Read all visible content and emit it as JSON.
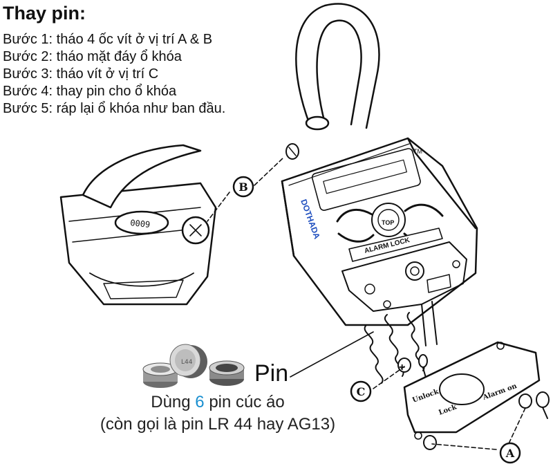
{
  "title": "Thay pin:",
  "steps": [
    "Bước 1: tháo 4 ốc vít ở vị trí A & B",
    "Bước 2: tháo mặt đáy ổ khóa",
    "Bước 3: tháo vít ở vị trí C",
    "Bước 4: thay pin cho ổ khóa",
    "Bước 5: ráp lại ổ khóa như ban đầu."
  ],
  "pin_label": "Pin",
  "battery_caption": {
    "line1_prefix": "Dùng ",
    "line1_count": "6",
    "line1_suffix": " pin cúc áo",
    "line2": "(còn gọi là pin LR 44 hay AG13)"
  },
  "callouts": {
    "a": "A",
    "b": "B",
    "c": "C"
  },
  "lock_markings": {
    "watermark": "DOTHADA",
    "brand": "ALARM LOCK",
    "emblem": "TOP",
    "code_display": "0009",
    "tm": "TM",
    "plate_unlock": "Unlock",
    "plate_lock": "Lock",
    "plate_alarm": "Alarm on",
    "plus_sign": "+"
  },
  "colors": {
    "accent_count": "#1a8fd0",
    "watermark": "#1f4fbf",
    "ink": "#111111"
  }
}
